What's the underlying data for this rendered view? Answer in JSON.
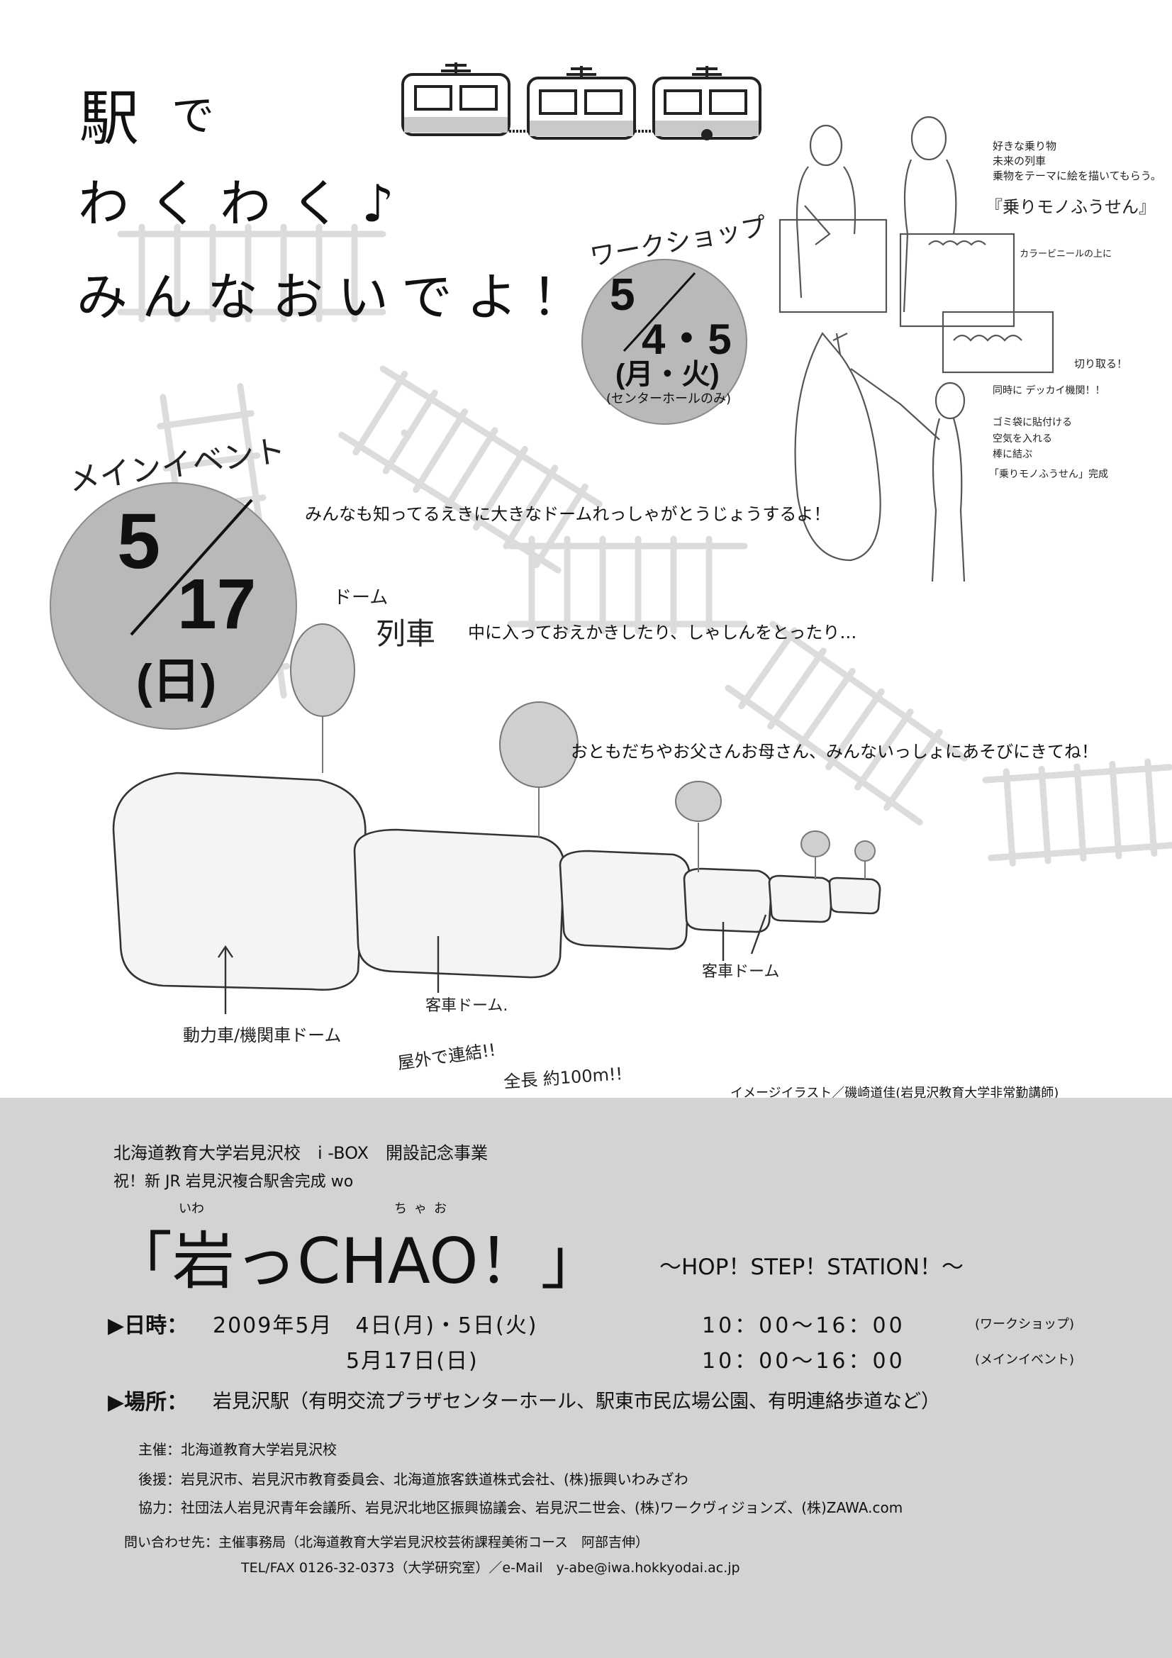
{
  "headline": {
    "line1a": "駅",
    "line1b": "で",
    "line2": "わくわく♪",
    "line3": "みんなおいでよ！"
  },
  "workshop": {
    "arc_label": "ワークショップ",
    "month": "5",
    "days": "4・5",
    "weekday": "(月・火)",
    "venue": "(センターホールのみ)"
  },
  "main_event": {
    "arc_label": "メインイベント",
    "month": "5",
    "day": "17",
    "weekday": "(日)"
  },
  "body_lines": {
    "line1": "みんなも知ってるえきに大きなドームれっしゃがとうじょうするよ！",
    "line2": "中に入っておえかきしたり、しゃしんをとったり…",
    "line3": "おともだちやお父さんお母さん、みんないっしょにあそびにきてね！"
  },
  "sketch_notes": {
    "note1": "好きな乗り物",
    "note2": "未来の列車",
    "note3": "乗物をテーマに絵を描いてもらう。",
    "note4": "『乗りモノふうせん』",
    "note5": "カラービニールの上に",
    "note6": "切り取る！",
    "note7": "ゴミ袋に貼付ける",
    "note8": "同時に デッカイ機関！！",
    "note9": "空気を入れる",
    "note10": "棒に結ぶ",
    "note11": "「乗りモノふうせん」完成"
  },
  "train_labels": {
    "dome_train_1": "ドーム",
    "dome_train_2": "列車",
    "car_dome_right": "客車ドーム",
    "car_dome_center": "客車ドーム.",
    "loco_dome": "動力車/機関車ドーム",
    "outdoor_link": "屋外で連結!!",
    "total_length": "全長 約100m!!"
  },
  "illustration_credit": "イメージイラスト／磯崎道佳(岩見沢教育大学非常勤講師)",
  "event_info": {
    "organizer_line": "北海道教育大学岩見沢校　i -BOX　開設記念事業",
    "celebration_line": "祝！新 JR 岩見沢複合駅舎完成 wo",
    "title": "「岩っCHAO！」",
    "ruby_iwa": "いわ",
    "ruby_chao": "ちゃお",
    "subtitle": "〜HOP！STEP！STATION！〜",
    "date_label": "▶日時：",
    "date1": "2009年5月　4日(月)・5日(火)",
    "time1": "10：00〜16：00",
    "time1_note": "(ワークショップ)",
    "date2": "5月17日(日)",
    "time2": "10：00〜16：00",
    "time2_note": "(メインイベント)",
    "place_label": "▶場所：",
    "place": "岩見沢駅（有明交流プラザセンターホール、駅東市民広場公園、有明連絡歩道など）",
    "host": "主催：北海道教育大学岩見沢校",
    "support": "後援：岩見沢市、岩見沢市教育委員会、北海道旅客鉄道株式会社、(株)振興いわみざわ",
    "cooperation": "協力：社団法人岩見沢青年会議所、岩見沢北地区振興協議会、岩見沢二世会、(株)ワークヴィジョンズ、(株)ZAWA.com",
    "contact": "問い合わせ先：主催事務局（北海道教育大学岩見沢校芸術課程美術コース　阿部吉伸）",
    "contact2": "TEL/FAX 0126-32-0373（大学研究室）／e-Mail　y-abe@iwa.hokkyodai.ac.jp"
  }
}
